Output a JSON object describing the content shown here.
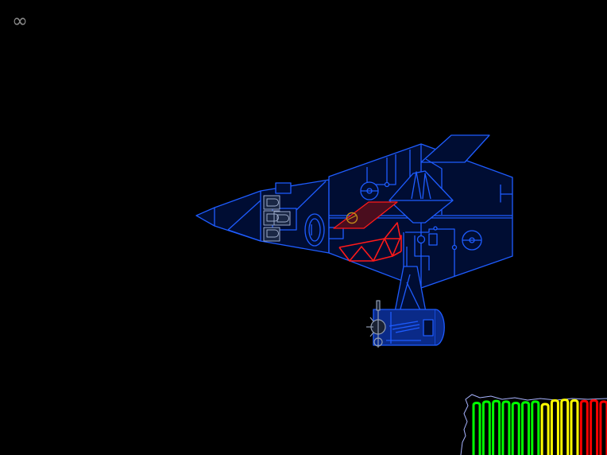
{
  "hud": {
    "loop_symbol": "∞",
    "symbol_color": "#8a8a8a"
  },
  "ship": {
    "hull_fill": "#000d33",
    "line_color": "#1e5cff",
    "damage_color": "#ff1a1a",
    "damage_fill": "#4a0d1e",
    "marker_color": "#c08a1a",
    "window_color": "#9aa8c8",
    "engine_color": "#8f9bb0"
  },
  "power_bars": {
    "outline_color": "#a8b4ff",
    "bars": [
      {
        "color": "#00ff00",
        "level": 0.84
      },
      {
        "color": "#00ff00",
        "level": 0.86
      },
      {
        "color": "#00ff00",
        "level": 0.87
      },
      {
        "color": "#00ff00",
        "level": 0.86
      },
      {
        "color": "#00ff00",
        "level": 0.84
      },
      {
        "color": "#00ff00",
        "level": 0.85
      },
      {
        "color": "#00ff00",
        "level": 0.86
      },
      {
        "color": "#ffff00",
        "level": 0.82
      },
      {
        "color": "#ffff00",
        "level": 0.88
      },
      {
        "color": "#ffff00",
        "level": 0.89
      },
      {
        "color": "#ffff00",
        "level": 0.88
      },
      {
        "color": "#ff0000",
        "level": 0.87
      },
      {
        "color": "#ff0000",
        "level": 0.88
      },
      {
        "color": "#ff0000",
        "level": 0.86
      }
    ]
  }
}
